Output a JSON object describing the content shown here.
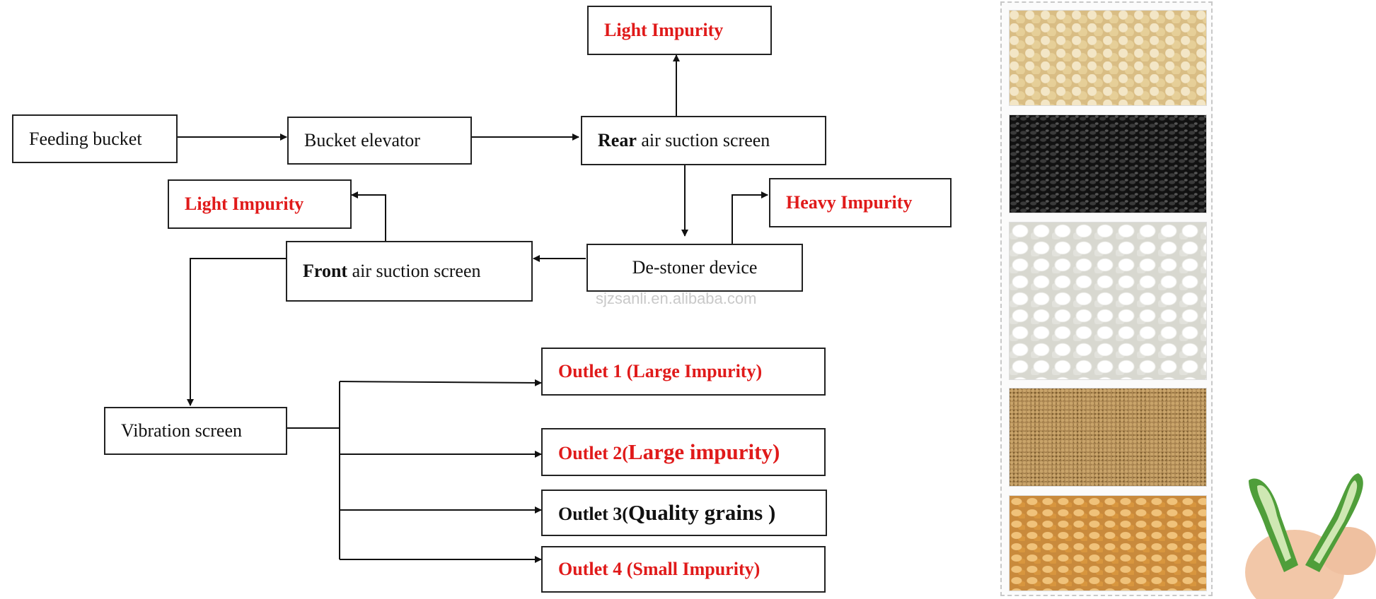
{
  "nodes": {
    "feeding_bucket": "Feeding bucket",
    "bucket_elevator": "Bucket elevator",
    "rear_screen_bold": "Rear",
    "rear_screen_rest": " air suction screen",
    "light_impurity_top": "Light Impurity",
    "light_impurity_left": "Light Impurity",
    "heavy_impurity": "Heavy Impurity",
    "destoner": "De-stoner device",
    "front_screen_bold": "Front",
    "front_screen_rest": " air suction screen",
    "vibration_screen": "Vibration screen",
    "outlet1": "Outlet 1 (Large Impurity)",
    "outlet2_prefix": "Outlet 2(",
    "outlet2_main": "Large impurity)",
    "outlet3_prefix": "Outlet 3(",
    "outlet3_main": "Quality grains )",
    "outlet4": "Outlet 4 (Small Impurity)"
  },
  "watermark": "sjzsanli.en.alibaba.com",
  "colors": {
    "impurity_text": "#e01a1a",
    "border": "#222222"
  },
  "icons": [
    "sesame-seeds-photo",
    "black-sesame-photo",
    "hulled-sesame-photo",
    "millet-photo",
    "flax-seed-photo",
    "sesame-pod-photo"
  ]
}
